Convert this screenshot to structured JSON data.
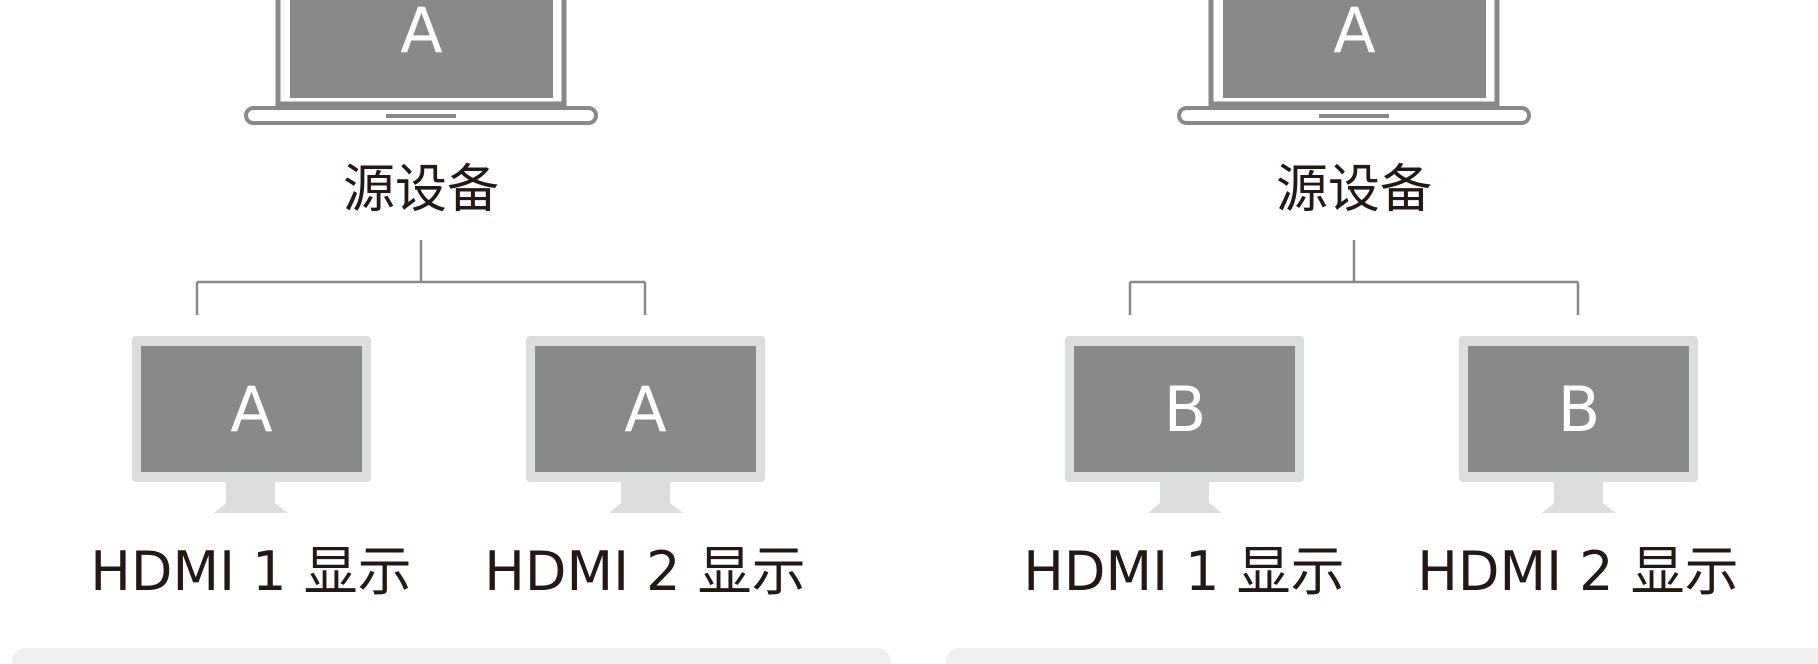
{
  "colors": {
    "screen": "#898989",
    "laptop_frame": "#898989",
    "monitor_frame": "#dcdddd",
    "connector_line": "#898989",
    "caption_text": "#231815",
    "screen_letter": "#ffffff",
    "bottom_panel": "#efefef"
  },
  "panels": [
    {
      "source": {
        "icon": "laptop-icon",
        "screen_letter": "A",
        "label": "源设备"
      },
      "displays": [
        {
          "icon": "monitor-icon",
          "screen_letter": "A",
          "label": "HDMI 1 显示"
        },
        {
          "icon": "monitor-icon",
          "screen_letter": "A",
          "label": "HDMI 2 显示"
        }
      ]
    },
    {
      "source": {
        "icon": "laptop-icon",
        "screen_letter": "A",
        "label": "源设备"
      },
      "displays": [
        {
          "icon": "monitor-icon",
          "screen_letter": "B",
          "label": "HDMI 1 显示"
        },
        {
          "icon": "monitor-icon",
          "screen_letter": "B",
          "label": "HDMI 2 显示"
        }
      ]
    }
  ]
}
